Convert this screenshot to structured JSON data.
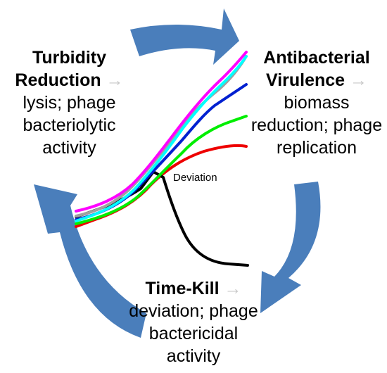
{
  "turbidity": {
    "title_1": "Turbidity",
    "title_2": "Reduction",
    "arrow": "→",
    "lines": [
      "lysis; phage",
      "bacteriolytic",
      "activity"
    ]
  },
  "antibacterial": {
    "title_1": "Antibacterial",
    "title_2": "Virulence",
    "arrow": "→",
    "lines": [
      "biomass",
      "reduction; phage",
      "replication"
    ]
  },
  "time_kill": {
    "title": "Time-Kill",
    "arrow": "→",
    "lines": [
      "deviation; phage",
      "bactericidal",
      "activity"
    ]
  },
  "curve_annotation": "Deviation",
  "colors": {
    "cycle_arrow": "#4a7ebb",
    "magenta": "#ff00ff",
    "cyan": "#00ffff",
    "gray": "#a0a0a0",
    "blue": "#0020d0",
    "green": "#00ee00",
    "red": "#ee0000",
    "black": "#000000",
    "arrow_glyph": "#c8c8c8"
  }
}
